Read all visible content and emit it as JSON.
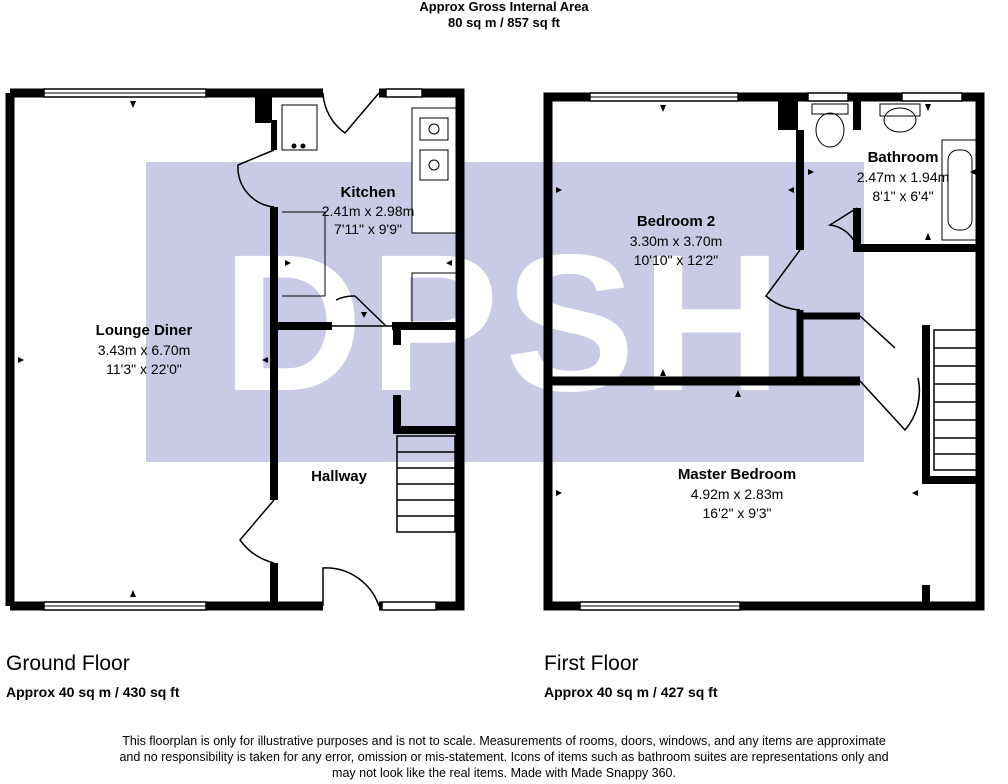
{
  "header": {
    "title": "Approx Gross Internal Area",
    "total_area": "80 sq m / 857 sq ft"
  },
  "watermark": {
    "text": "DPSH",
    "color": "#c9cbe6"
  },
  "colors": {
    "wall": "#000000",
    "window": "#ffffff"
  },
  "floors": [
    {
      "name": "Ground Floor",
      "area": "Approx 40 sq m / 430 sq ft"
    },
    {
      "name": "First Floor",
      "area": "Approx 40 sq m / 427 sq ft"
    }
  ],
  "rooms": {
    "lounge": {
      "name": "Lounge Diner",
      "metric": "3.43m x 6.70m",
      "imperial": "11'3\" x 22'0\""
    },
    "kitchen": {
      "name": "Kitchen",
      "metric": "2.41m x 2.98m",
      "imperial": "7'11\" x 9'9\""
    },
    "hallway": {
      "name": "Hallway"
    },
    "bedroom2": {
      "name": "Bedroom 2",
      "metric": "3.30m x 3.70m",
      "imperial": "10'10\" x 12'2\""
    },
    "bathroom": {
      "name": "Bathroom",
      "metric": "2.47m x 1.94m",
      "imperial": "8'1\" x 6'4\""
    },
    "master": {
      "name": "Master Bedroom",
      "metric": "4.92m x 2.83m",
      "imperial": "16'2\" x 9'3\""
    }
  },
  "disclaimer": {
    "line1": "This floorplan is only for illustrative purposes and is not to scale. Measurements of rooms, doors, windows, and any items are approximate",
    "line2": "and no responsibility is taken for any error, omission or mis-statement. Icons of items such as bathroom suites are representations only and",
    "line3": "may not look like the real items. Made with Made Snappy 360."
  }
}
